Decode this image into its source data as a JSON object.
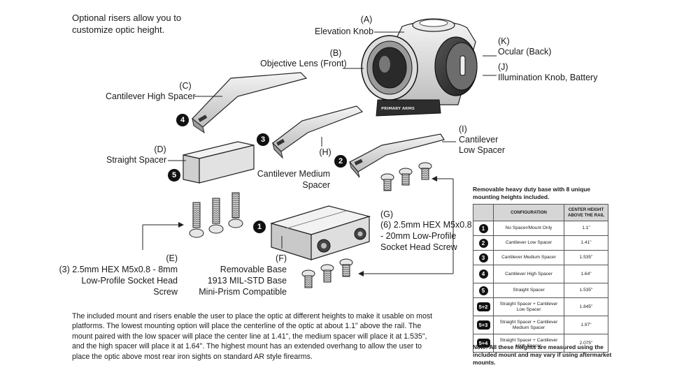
{
  "intro": {
    "line1": "Optional risers allow you to",
    "line2": "customize optic height."
  },
  "labels": {
    "a_tag": "(A)",
    "a_name": "Elevation Knob",
    "b_tag": "(B)",
    "b_name": "Objective Lens (Front)",
    "k_tag": "(K)",
    "k_name": "Ocular (Back)",
    "j_tag": "(J)",
    "j_name": "Illumination Knob, Battery",
    "c_tag": "(C)",
    "c_name": "Cantilever High Spacer",
    "d_tag": "(D)",
    "d_name": "Straight Spacer",
    "h_tag": "(H)",
    "h_name1": "Cantilever Medium",
    "h_name2": "Spacer",
    "i_tag": "(I)",
    "i_name1": "Cantilever",
    "i_name2": "Low Spacer",
    "g_tag": "(G)",
    "g_line1": "(6) 2.5mm HEX M5x0.8",
    "g_line2": "- 20mm Low-Profile",
    "g_line3": "Socket Head Screw",
    "e_tag": "(E)",
    "e_line1": "(3) 2.5mm HEX M5x0.8 - 8mm",
    "e_line2": "Low-Profile Socket Head",
    "e_line3": "Screw",
    "f_tag": "(F)",
    "f_line1": "Removable Base",
    "f_line2": "1913 MIL-STD Base",
    "f_line3": "Mini-Prism Compatible",
    "brand_mark": "PRIMARY ARMS"
  },
  "badges": {
    "b1": "1",
    "b2": "2",
    "b3": "3",
    "b4": "4",
    "b5": "5"
  },
  "table": {
    "title": "Removable heavy duty base with 8 unique mounting heights included.",
    "headers": {
      "configuration": "CONFIGURATION",
      "height": "CENTER HEIGHT ABOVE THE RAIL"
    },
    "rows": [
      {
        "badge": "1",
        "config": "No Spacer/Mount Only",
        "height": "1.1\""
      },
      {
        "badge": "2",
        "config": "Cantilever Low Spacer",
        "height": "1.41\""
      },
      {
        "badge": "3",
        "config": "Cantilever Medium Spacer",
        "height": "1.535\""
      },
      {
        "badge": "4",
        "config": "Cantilever High Spacer",
        "height": "1.64\""
      },
      {
        "badge": "5",
        "config": "Straight Spacer",
        "height": "1.535\""
      },
      {
        "badge": "5+2",
        "config": "Straight Spacer + Cantilever Low Spacer",
        "height": "1.845\""
      },
      {
        "badge": "5+3",
        "config": "Straight Spacer + Cantilever Medium Spacer",
        "height": "1.97\""
      },
      {
        "badge": "5+4",
        "config": "Straight Spacer + Cantilever High Spacer",
        "height": "2.075\""
      }
    ],
    "note": "Note: All these heights are measured using the included mount and may vary if using aftermarket mounts."
  },
  "paragraph": "The included mount and risers enable the user to place the optic at different heights to make it usable on most platforms. The lowest mounting option will place the centerline of the optic at about 1.1\" above the rail. The mount paired with the low spacer will place the center line at 1.41\", the medium spacer will place it at 1.535\", and the high spacer will place it at 1.64\". The highest mount has an extended overhang to allow the user to place the optic above most rear iron sights on standard AR style firearms."
}
